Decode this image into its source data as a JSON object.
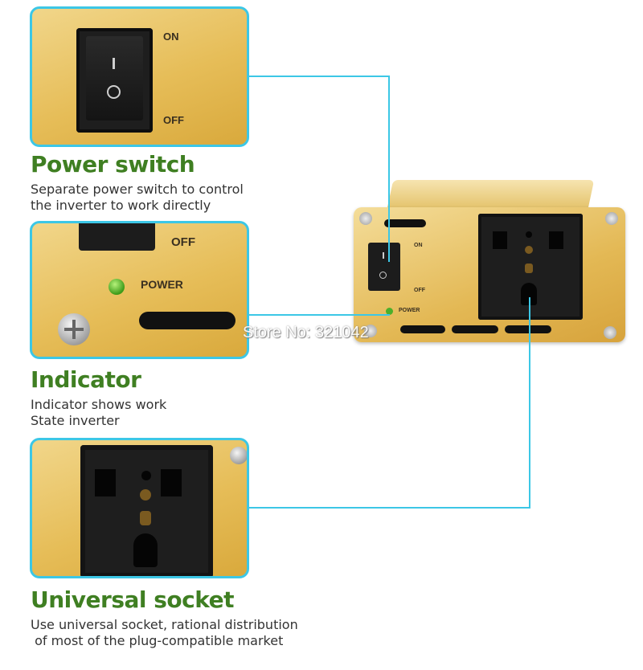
{
  "features": [
    {
      "title": "Power switch",
      "description": "Separate power switch to control\nthe inverter to work directly",
      "labels": {
        "on": "ON",
        "off": "OFF"
      }
    },
    {
      "title": "Indicator",
      "description": "Indicator shows work\nState inverter",
      "labels": {
        "off": "OFF",
        "power": "POWER"
      }
    },
    {
      "title": "Universal socket",
      "description": "Use universal socket, rational distribution\n of most of the plug-compatible market"
    }
  ],
  "device_labels": {
    "on": "ON",
    "off": "OFF",
    "power": "POWER"
  },
  "watermark": "Store No: 321042",
  "colors": {
    "accent": "#3cc7e6",
    "title": "#3f7f22",
    "body": "#e6bd58"
  }
}
